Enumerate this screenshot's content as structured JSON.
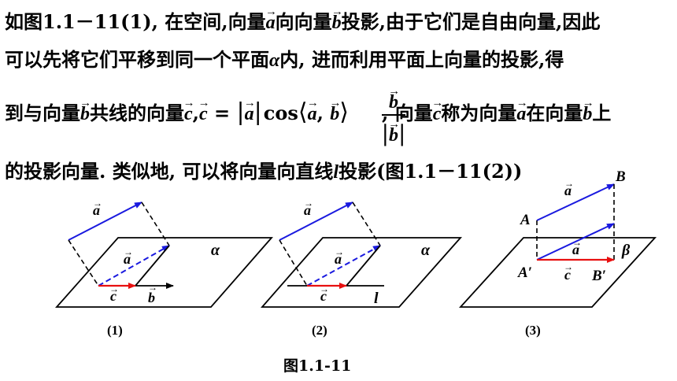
{
  "paragraph": {
    "line1": {
      "t1": "如图",
      "t2": "1.1－11(1)",
      "t3": ", 在空间,向量",
      "v1": "a",
      "t4": "向向量",
      "v2": "b",
      "t5": "投影,由于它们是自由向量,因此"
    },
    "line2": {
      "t1": "可以先将它们平移到同一个平面",
      "v1": "α",
      "t2": "内, 进而利用平面上向量的投影,得"
    },
    "line3": {
      "t1": "到与向量",
      "v1": "b",
      "t2": "共线的向量",
      "v2": "c",
      "t3": ",",
      "v3": "c",
      "t4": " = ",
      "abs_a": "a",
      "cos": "cos",
      "lang_a": "a",
      "comma": ",",
      "lang_b": "b",
      "frac_num": "b",
      "frac_den": "b",
      "t5": ", 向量",
      "v4": "c",
      "t6": "称为向量",
      "v5": "a",
      "t7": "在向量",
      "v6": "b",
      "t8": "上"
    },
    "line4": {
      "t1": "的投影向量. 类似地, 可以将向量向直线",
      "v1": "l",
      "t2": "投影(图",
      "t3": "1.1－11(2))"
    }
  },
  "figure": {
    "panel1": {
      "label": "(1)",
      "plane": "α",
      "vec_a_top": "a",
      "vec_a_proj": "a",
      "vec_c": "c",
      "vec_b": "b"
    },
    "panel2": {
      "label": "(2)",
      "plane": "α",
      "vec_a_top": "a",
      "vec_a_proj": "a",
      "vec_c": "c",
      "line_l": "l"
    },
    "panel3": {
      "label": "(3)",
      "plane": "β",
      "point_A": "A",
      "point_B": "B",
      "point_A1": "A′",
      "point_B1": "B′",
      "vec_a_top": "a",
      "vec_a_proj": "a",
      "vec_c": "c"
    },
    "caption": "图1.1-11"
  },
  "colors": {
    "vector_a": "#1a1adf",
    "vector_c": "#e81010",
    "outline": "#000000"
  }
}
